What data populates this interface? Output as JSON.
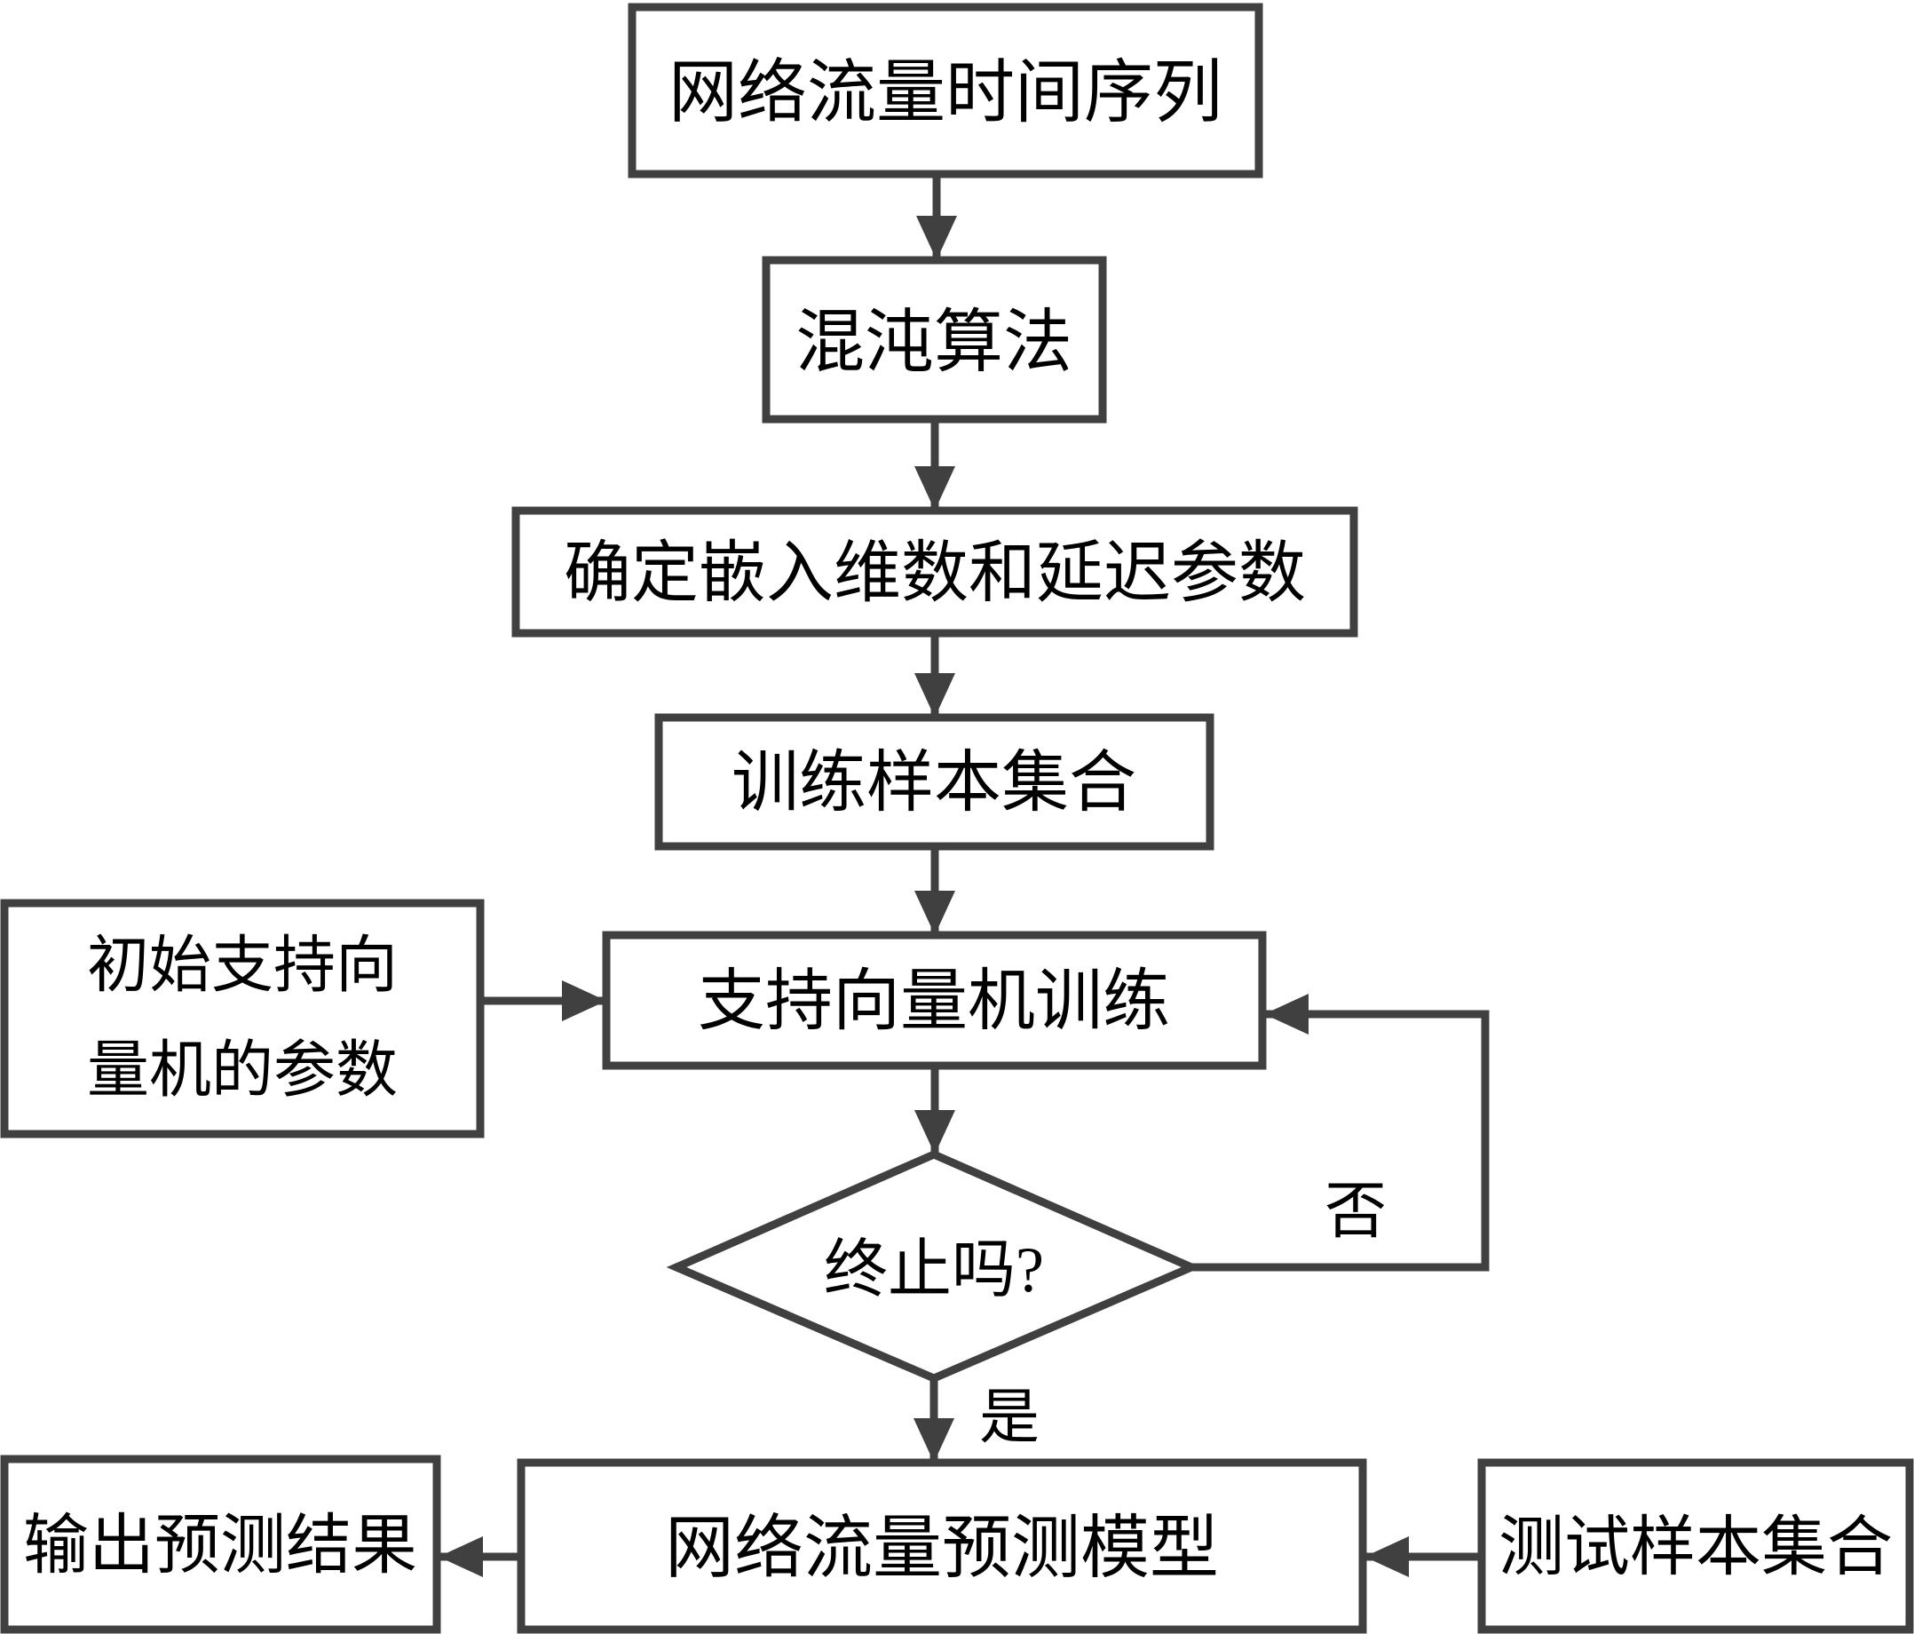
{
  "diagram": {
    "background_color": "#ffffff",
    "line_color": "#404040",
    "text_color": "#000000",
    "nodes": {
      "time_series": {
        "label": "网络流量时间序列"
      },
      "chaos": {
        "label": "混沌算法"
      },
      "embedding": {
        "label": "确定嵌入维数和延迟参数"
      },
      "training_set": {
        "label": "训练样本集合"
      },
      "svm_training": {
        "label": "支持向量机训练"
      },
      "init_params": {
        "lines": [
          "初始支持向",
          "量机的参数"
        ]
      },
      "terminate": {
        "label": "终止吗?"
      },
      "prediction_model": {
        "label": "网络流量预测模型"
      },
      "output": {
        "label": "输出预测结果"
      },
      "test_set": {
        "label": "测试样本集合"
      }
    },
    "edge_labels": {
      "no": "否",
      "yes": "是"
    }
  }
}
